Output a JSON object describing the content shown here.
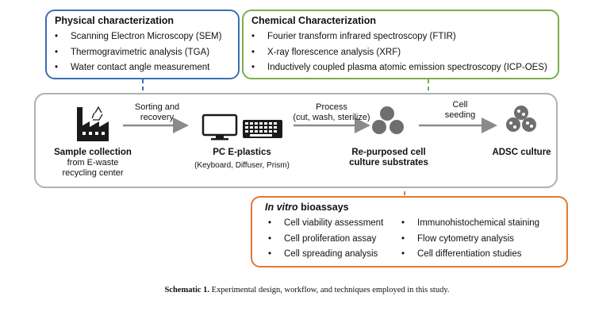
{
  "physical": {
    "title": "Physical characterization",
    "items": [
      "Scanning Electron Microscopy (SEM)",
      "Thermogravimetric analysis (TGA)",
      "Water contact angle measurement"
    ]
  },
  "chemical": {
    "title": "Chemical Characterization",
    "items": [
      "Fourier transform infrared spectroscopy (FTIR)",
      "X-ray florescence analysis (XRF)",
      "Inductively coupled plasma atomic emission spectroscopy (ICP-OES)"
    ]
  },
  "workflow": {
    "sorting_line1": "Sorting and",
    "sorting_line2": "recovery",
    "process_line1": "Process",
    "process_line2": "(cut, wash, sterilize)",
    "seeding_line1": "Cell",
    "seeding_line2": "seeding",
    "sample_title": "Sample collection",
    "sample_line2": "from E-waste",
    "sample_line3": "recycling center",
    "plastics_title": "PC E-plastics",
    "plastics_sub": "(Keyboard, Diffuser, Prism)",
    "substrates_line1": "Re-purposed cell",
    "substrates_line2": "culture substrates",
    "adsc_title": "ADSC culture"
  },
  "vitro": {
    "title_italic": "In vitro",
    "title_rest": " bioassays",
    "left_items": [
      "Cell viability assessment",
      "Cell proliferation assay",
      "Cell spreading analysis"
    ],
    "right_items": [
      "Immunohistochemical staining",
      "Flow cytometry analysis",
      "Cell differentiation studies"
    ]
  },
  "caption": {
    "label": "Schematic 1.",
    "text": " Experimental design, workflow, and techniques employed in this study."
  },
  "colors": {
    "physical_border": "#3a6fb5",
    "chemical_border": "#7aae4a",
    "vitro_border": "#e07a30",
    "main_border": "#b0b0b0",
    "arrow": "#8a8a8a",
    "icon": "#1a1a1a"
  }
}
